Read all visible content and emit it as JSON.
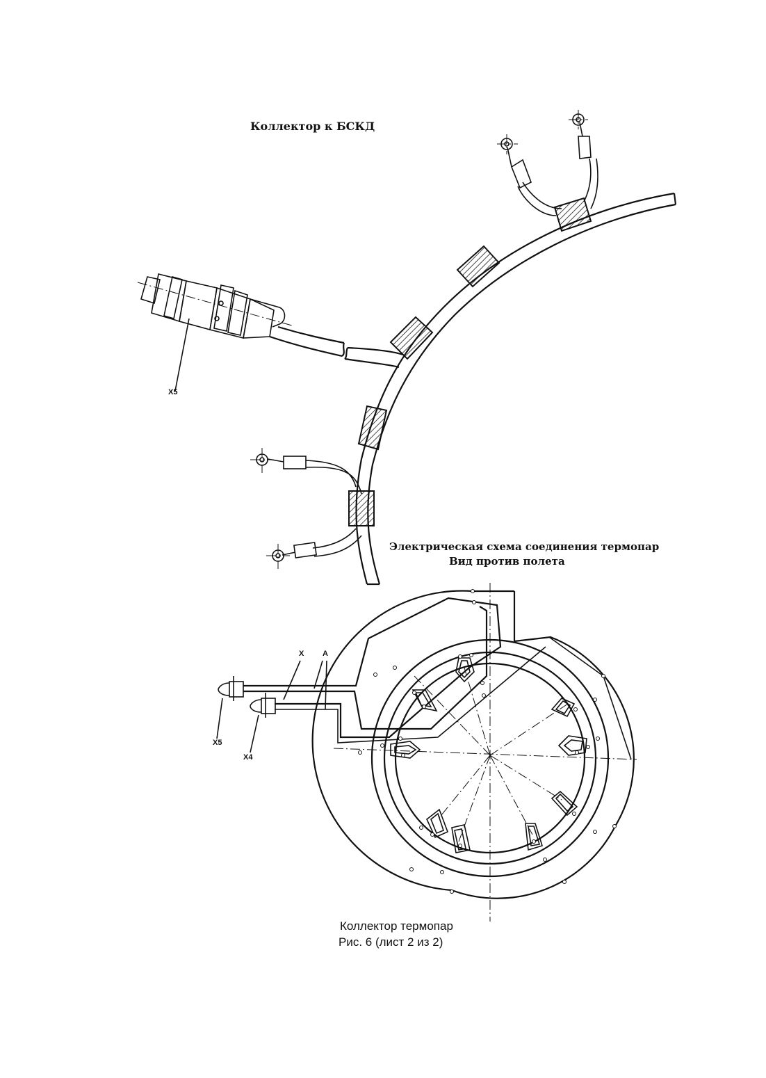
{
  "top_section": {
    "title": "Коллектор к БСКД",
    "connector_label": "X5"
  },
  "schematic": {
    "title_line1": "Электрическая схема соединения термопар",
    "title_line2": "Вид против полета",
    "label_x": "X",
    "label_a": "A",
    "connector_x5": "X5",
    "connector_x4": "X4"
  },
  "caption": {
    "line1": "Коллектор термопар",
    "line2": "Рис. 6 (лист 2 из 2)"
  }
}
